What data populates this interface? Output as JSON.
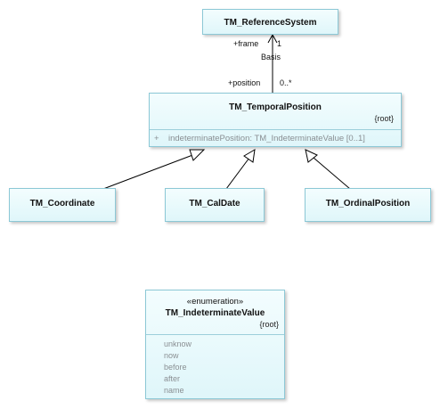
{
  "diagram": {
    "reference_system": {
      "name": "TM_ReferenceSystem"
    },
    "temporal_position": {
      "name": "TM_TemporalPosition",
      "tag": "{root}",
      "attribute_visibility": "+",
      "attribute": "indeterminatePosition: TM_IndeterminateValue [0..1]"
    },
    "association": {
      "name": "Basis",
      "frame_role": "+frame",
      "frame_multiplicity": "1",
      "position_role": "+position",
      "position_multiplicity": "0..*"
    },
    "subclasses": [
      {
        "name": "TM_Coordinate"
      },
      {
        "name": "TM_CalDate"
      },
      {
        "name": "TM_OrdinalPosition"
      }
    ],
    "enumeration": {
      "stereotype": "«enumeration»",
      "name": "TM_IndeterminateValue",
      "tag": "{root}",
      "values": [
        "unknow",
        "now",
        "before",
        "after",
        "name"
      ]
    }
  }
}
